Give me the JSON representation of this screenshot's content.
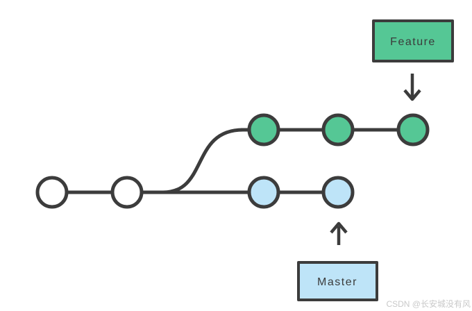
{
  "diagram": {
    "type": "git-branching-diagram",
    "labels": {
      "feature": "Feature",
      "master": "Master"
    },
    "watermark": "CSDN @长安城没有风",
    "colors": {
      "stroke": "#3C3C3C",
      "feature_fill": "#55C795",
      "master_fill": "#BEE4F8",
      "base_fill": "#FFFFFF",
      "label_text": "#3B3B3B",
      "watermark_text": "#C9C9C9",
      "background": "#FFFFFF"
    },
    "branches": {
      "base": {
        "commit_count": 2,
        "fill": "#FFFFFF"
      },
      "feature": {
        "name": "Feature",
        "commit_count": 3,
        "fill": "#55C795"
      },
      "master": {
        "name": "Master",
        "commit_count": 2,
        "fill": "#BEE4F8"
      }
    }
  }
}
